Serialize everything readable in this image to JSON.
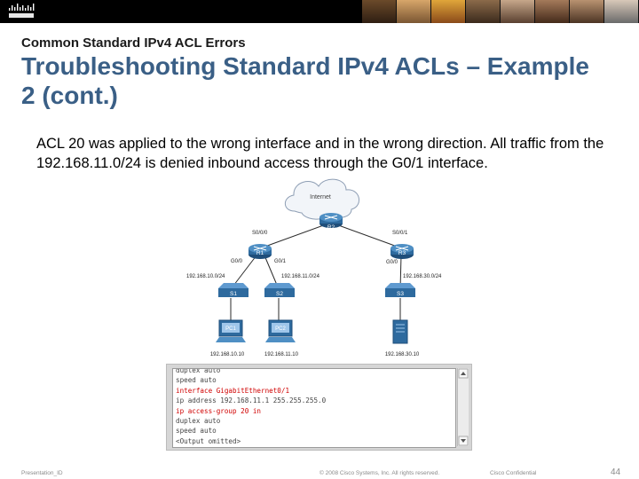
{
  "header": {
    "subtitle": "Common Standard IPv4 ACL Errors",
    "title": "Troubleshooting Standard IPv4 ACLs – Example 2 (cont.)"
  },
  "body": {
    "bullet": "ACL 20 was applied to the wrong interface and in the wrong direction. All traffic from the 192.168.11.0/24 is denied inbound access through the G0/1 interface."
  },
  "diagram": {
    "cloud_label": "Internet",
    "routers": {
      "r1": "R1",
      "r2": "R2",
      "r3": "R3"
    },
    "interfaces": {
      "r1_s000": "S0/0/0",
      "r1_g00": "G0/0",
      "r1_g01": "G0/1",
      "r3_s001": "S0/0/1",
      "r3_g00": "G0/0"
    },
    "switches": {
      "s1": "S1",
      "s2": "S2",
      "s3": "S3"
    },
    "networks": {
      "net10": "192.168.10.0/24",
      "net11": "192.168.11.0/24",
      "net30": "192.168.30.0/24"
    },
    "hosts": {
      "pc1": "PC1",
      "pc2": "PC2"
    },
    "host_ips": {
      "pc1": "192.168.10.10",
      "pc2": "192.168.11.10",
      "server": "192.168.30.10"
    }
  },
  "terminal": {
    "lines": [
      {
        "text": "duplex auto",
        "highlight": false
      },
      {
        "text": "speed auto",
        "highlight": false
      },
      {
        "text": "interface GigabitEthernet0/1",
        "highlight": true
      },
      {
        "text": "ip address 192.168.11.1 255.255.255.0",
        "highlight": false
      },
      {
        "text": "ip access-group 20 in",
        "highlight": true
      },
      {
        "text": "duplex auto",
        "highlight": false
      },
      {
        "text": "speed auto",
        "highlight": false
      },
      {
        "text": "<Output omitted>",
        "highlight": false
      }
    ]
  },
  "footer": {
    "left": "Presentation_ID",
    "middle": "© 2008 Cisco Systems, Inc. All rights reserved.",
    "right": "Cisco Confidential",
    "page": "44"
  },
  "colors": {
    "title": "#3a5f86",
    "terminal_highlight": "#d00000",
    "banner": "#000000"
  },
  "icons": [
    "cisco-logo",
    "router-icon",
    "switch-icon",
    "pc-icon",
    "server-icon",
    "cloud-icon"
  ]
}
